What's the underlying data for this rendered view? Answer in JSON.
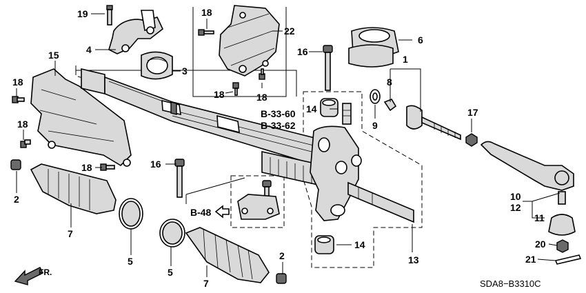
{
  "diagram": {
    "code": "SDA8−B3310C",
    "direction_label": "FR.",
    "refs": [
      "B-33-60",
      "B-33-62",
      "B-48"
    ],
    "callouts": [
      "19",
      "4",
      "3",
      "18",
      "22",
      "18",
      "18",
      "16",
      "6",
      "1",
      "8",
      "15",
      "18",
      "18",
      "B-33-60",
      "B-33-62",
      "14",
      "9",
      "17",
      "16",
      "18",
      "2",
      "7",
      "5",
      "5",
      "7",
      "2",
      "14",
      "13",
      "10",
      "12",
      "11",
      "20",
      "21"
    ]
  }
}
